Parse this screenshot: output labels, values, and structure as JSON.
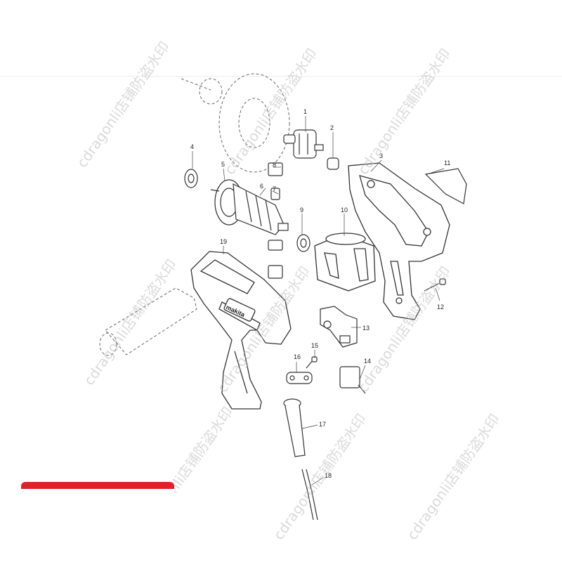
{
  "watermark_text": "cdragonli店铺防盗水印",
  "callouts": [
    "1",
    "2",
    "3",
    "4",
    "5",
    "6",
    "7",
    "8",
    "9",
    "10",
    "11",
    "12",
    "13",
    "14",
    "15",
    "16",
    "17",
    "18",
    "19"
  ],
  "colors": {
    "line": "#333333",
    "dash": "#666666",
    "watermark": "#bdbdbd",
    "accent_bar": "#e0202a"
  },
  "brand_mark": "makita"
}
